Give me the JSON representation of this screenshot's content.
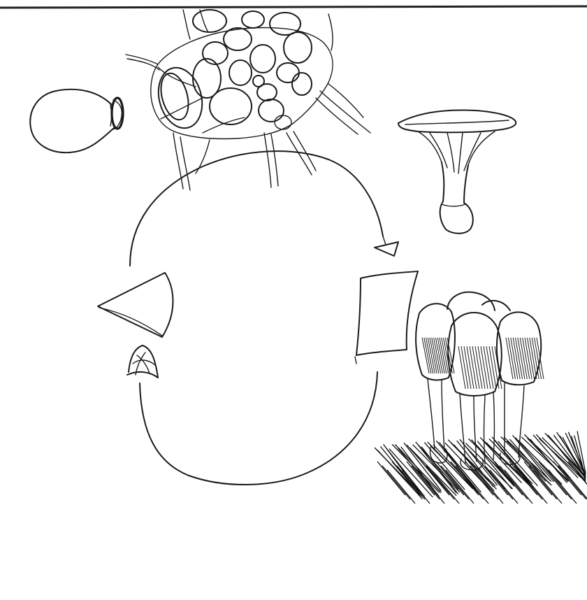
{
  "diagram": {
    "type": "life-cycle sketch",
    "stroke_color": "#1a1a1a",
    "background_color": "#ffffff",
    "stages": [
      {
        "name": "hyphae-network-drawing"
      },
      {
        "name": "single-mushroom-drawing"
      },
      {
        "name": "mushroom-cluster-drawing"
      },
      {
        "name": "primordium-drawing"
      },
      {
        "name": "spore-cone-drawing"
      },
      {
        "name": "spore-bulb-drawing"
      }
    ]
  }
}
